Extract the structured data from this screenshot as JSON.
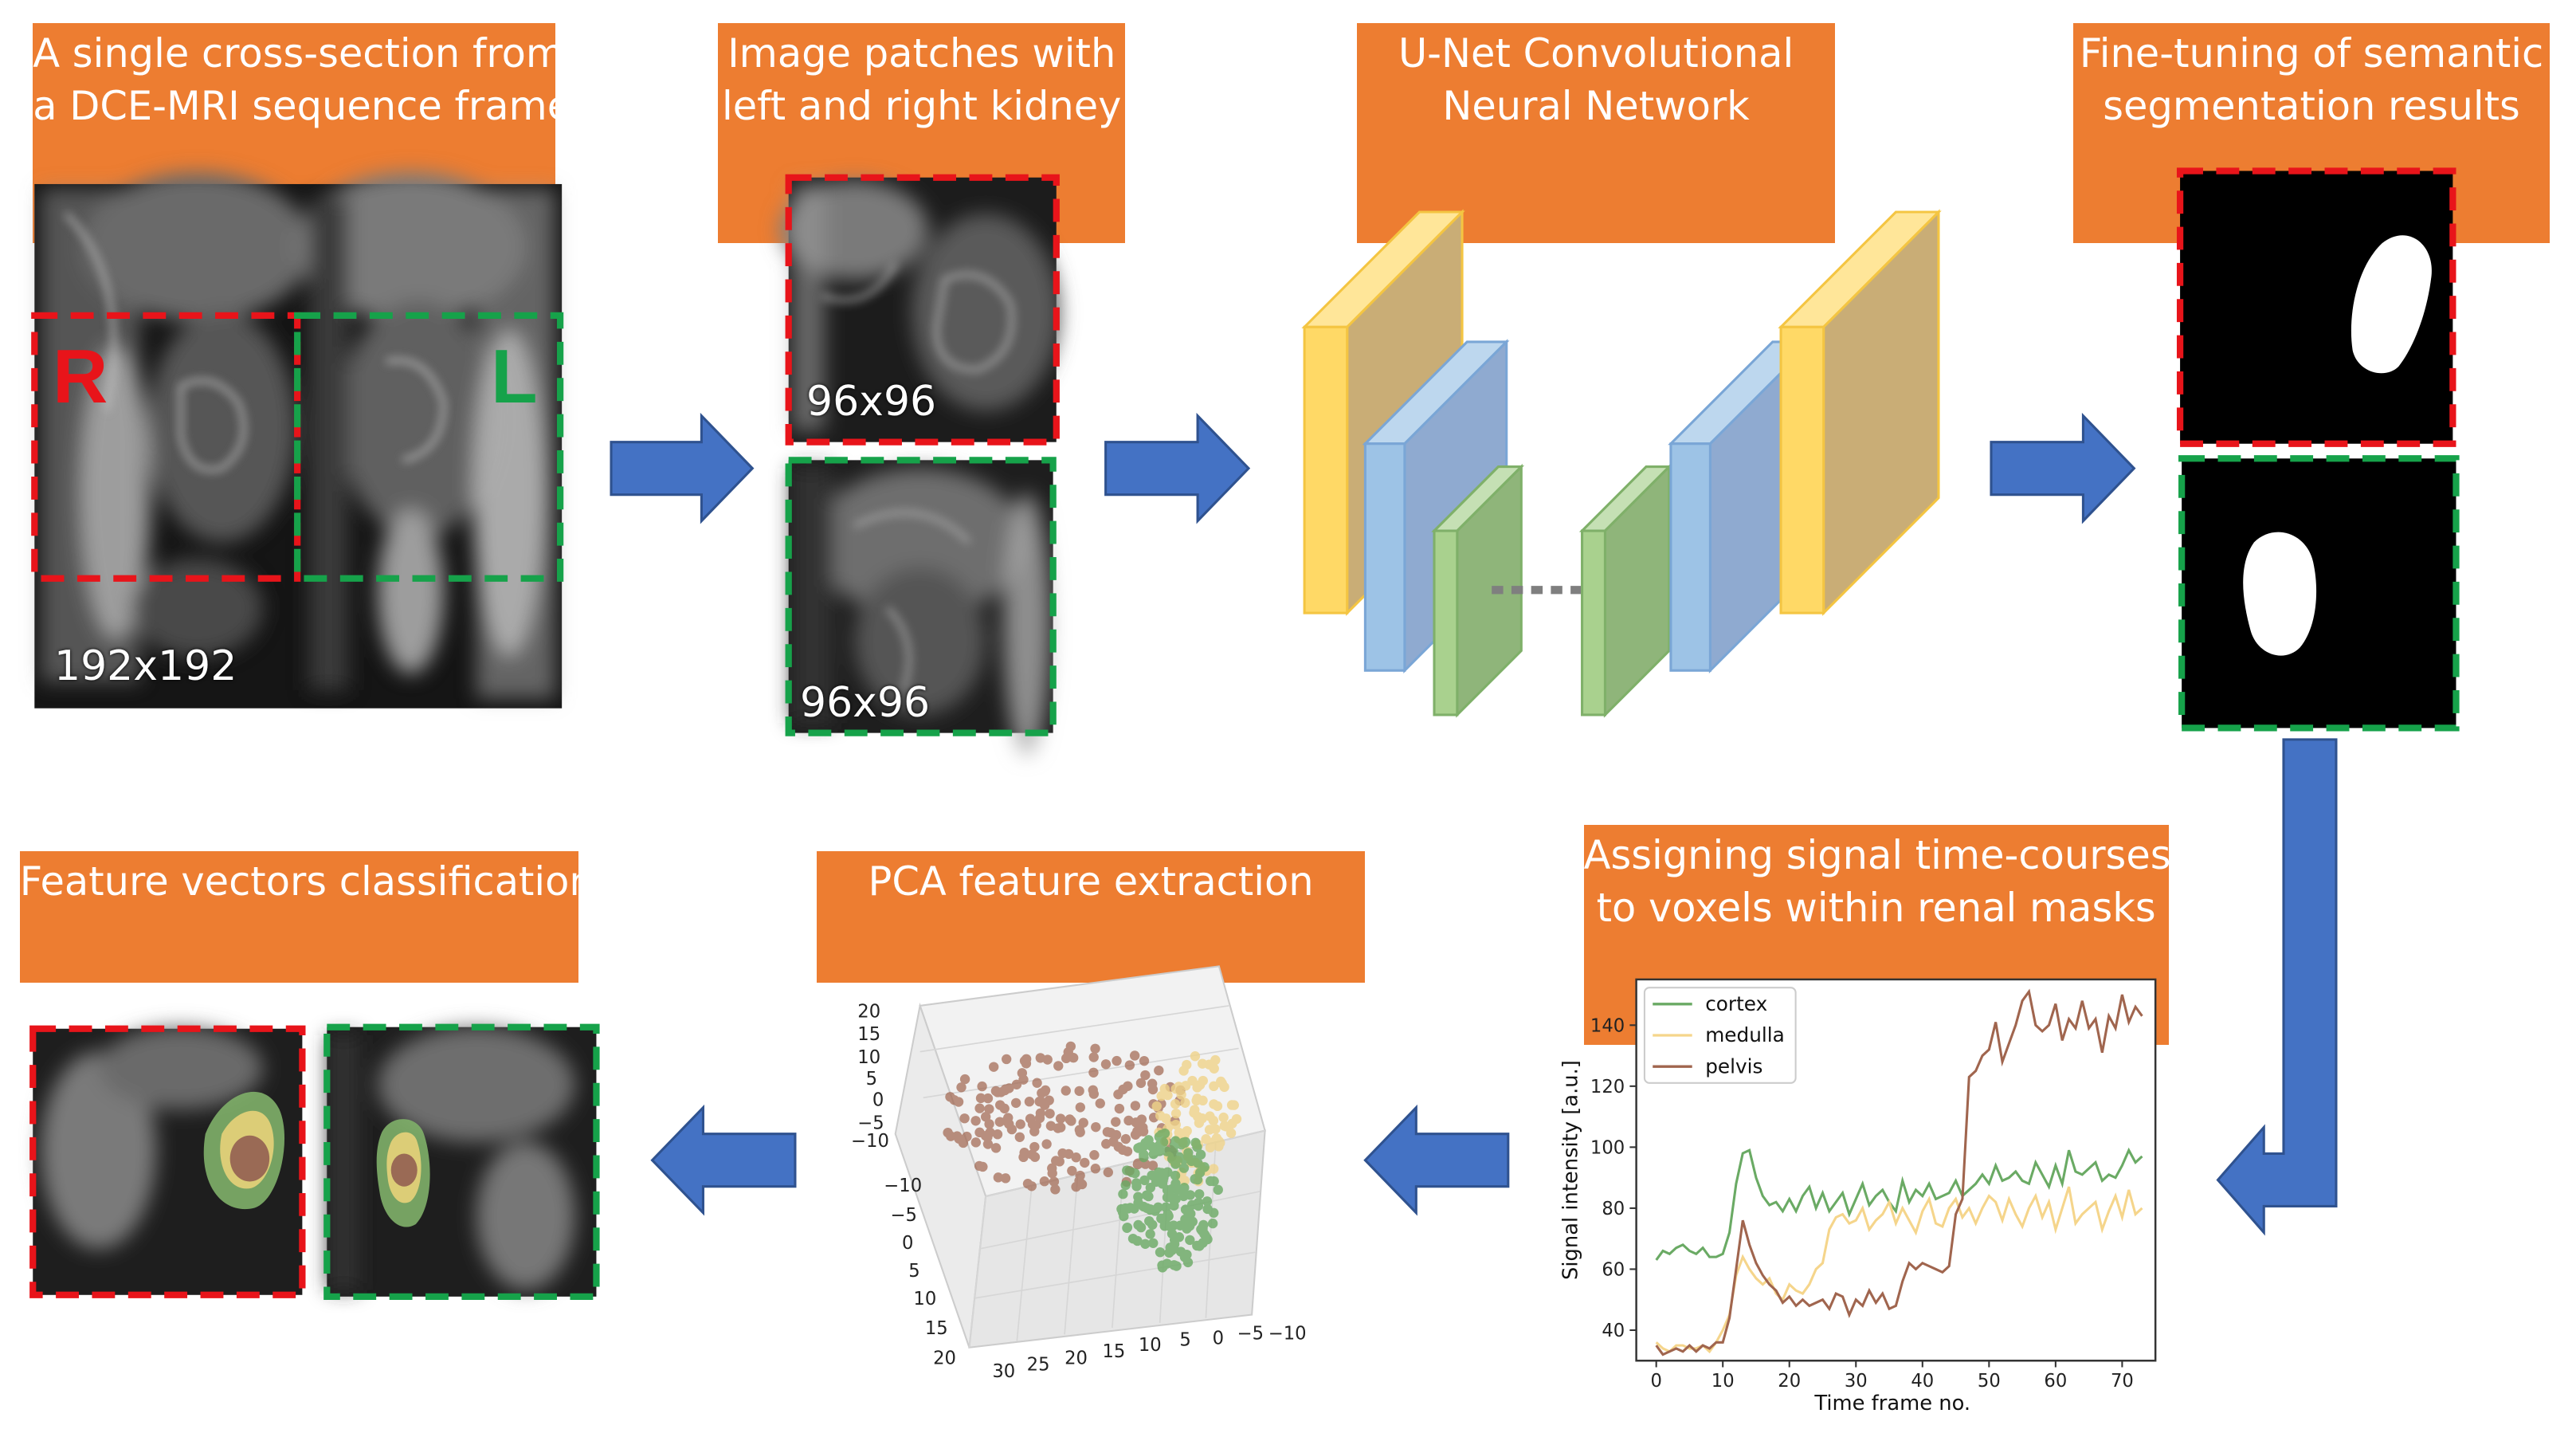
{
  "banners": {
    "step1": [
      "A single cross-section from",
      "a DCE-MRI sequence frame"
    ],
    "step2": [
      "Image patches with",
      "left and right kidney"
    ],
    "step3": [
      "U-Net Convolutional",
      "Neural Network"
    ],
    "step4": [
      "Fine-tuning of semantic",
      "segmentation results"
    ],
    "step5": [
      "Assigning signal time-courses",
      "to voxels within renal masks"
    ],
    "step6": [
      "PCA feature extraction"
    ],
    "step7": [
      "Feature vectors classification"
    ]
  },
  "labels": {
    "full_size": "192x192",
    "patch_size_top": "96x96",
    "patch_size_bottom": "96x96",
    "right_marker": "R",
    "left_marker": "L"
  },
  "colors": {
    "banner": "#ed7d31",
    "arrow": "#4472c4",
    "dash_red": "#e8141a",
    "dash_green": "#16a24a",
    "unet_yellow": "#ffd966",
    "unet_blue": "#9dc3e6",
    "unet_green": "#a9d18e"
  },
  "chart_data": [
    {
      "type": "line",
      "xlabel": "Time frame no.",
      "ylabel": "Signal intensity [a.u.]",
      "xlim": [
        -3,
        75
      ],
      "ylim": [
        30,
        155
      ],
      "xticks": [
        0,
        10,
        20,
        30,
        40,
        50,
        60,
        70
      ],
      "yticks": [
        40,
        60,
        80,
        100,
        120,
        140
      ],
      "legend_position": "top-left",
      "series": [
        {
          "name": "cortex",
          "color": "#6aaa64",
          "values": [
            63,
            66,
            65,
            67,
            68,
            66,
            65,
            67,
            64,
            64,
            65,
            72,
            88,
            98,
            99,
            90,
            84,
            81,
            82,
            79,
            83,
            79,
            84,
            87,
            80,
            85,
            79,
            82,
            85,
            78,
            83,
            88,
            81,
            84,
            86,
            82,
            79,
            89,
            82,
            86,
            84,
            88,
            83,
            84,
            85,
            89,
            84,
            86,
            88,
            91,
            88,
            94,
            89,
            90,
            92,
            89,
            88,
            95,
            91,
            87,
            94,
            88,
            99,
            92,
            91,
            93,
            95,
            89,
            91,
            90,
            94,
            99,
            95,
            97
          ]
        },
        {
          "name": "medulla",
          "color": "#f5d58b",
          "values": [
            36,
            34,
            33,
            35,
            35,
            34,
            34,
            35,
            33,
            36,
            40,
            45,
            58,
            64,
            60,
            57,
            55,
            57,
            52,
            50,
            55,
            53,
            52,
            55,
            60,
            62,
            73,
            77,
            78,
            75,
            76,
            80,
            73,
            76,
            78,
            82,
            75,
            80,
            76,
            72,
            79,
            83,
            75,
            74,
            80,
            83,
            77,
            80,
            75,
            80,
            84,
            82,
            76,
            83,
            78,
            74,
            80,
            84,
            77,
            82,
            73,
            80,
            87,
            75,
            78,
            80,
            82,
            73,
            79,
            84,
            77,
            86,
            78,
            80
          ]
        },
        {
          "name": "pelvis",
          "color": "#a0654e",
          "values": [
            35,
            32,
            33,
            34,
            33,
            35,
            33,
            35,
            34,
            36,
            36,
            44,
            60,
            76,
            68,
            62,
            58,
            55,
            53,
            49,
            51,
            48,
            50,
            48,
            49,
            50,
            47,
            52,
            51,
            45,
            50,
            48,
            53,
            49,
            52,
            47,
            48,
            56,
            62,
            60,
            62,
            61,
            60,
            59,
            61,
            78,
            83,
            123,
            125,
            130,
            132,
            141,
            128,
            134,
            140,
            148,
            151,
            140,
            138,
            140,
            147,
            135,
            142,
            139,
            148,
            139,
            142,
            131,
            143,
            139,
            150,
            141,
            146,
            143
          ]
        }
      ]
    }
  ]
}
